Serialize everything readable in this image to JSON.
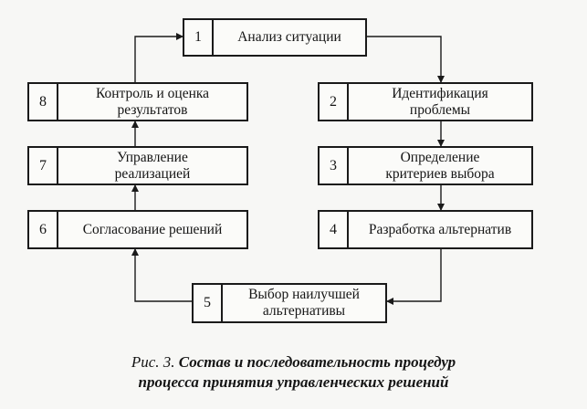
{
  "diagram": {
    "steps": [
      {
        "num": "1",
        "label": "Анализ ситуации"
      },
      {
        "num": "2",
        "label": "Идентификация\nпроблемы"
      },
      {
        "num": "3",
        "label": "Определение\nкритериев выбора"
      },
      {
        "num": "4",
        "label": "Разработка альтернатив"
      },
      {
        "num": "5",
        "label": "Выбор наилучшей\nальтернативы"
      },
      {
        "num": "6",
        "label": "Согласование решений"
      },
      {
        "num": "7",
        "label": "Управление\nреализацией"
      },
      {
        "num": "8",
        "label": "Контроль и оценка\nрезультатов"
      }
    ]
  },
  "caption": {
    "prefix": "Рис. 3.",
    "text": "Состав и последовательность процедур процесса принятия управленческих решений"
  }
}
